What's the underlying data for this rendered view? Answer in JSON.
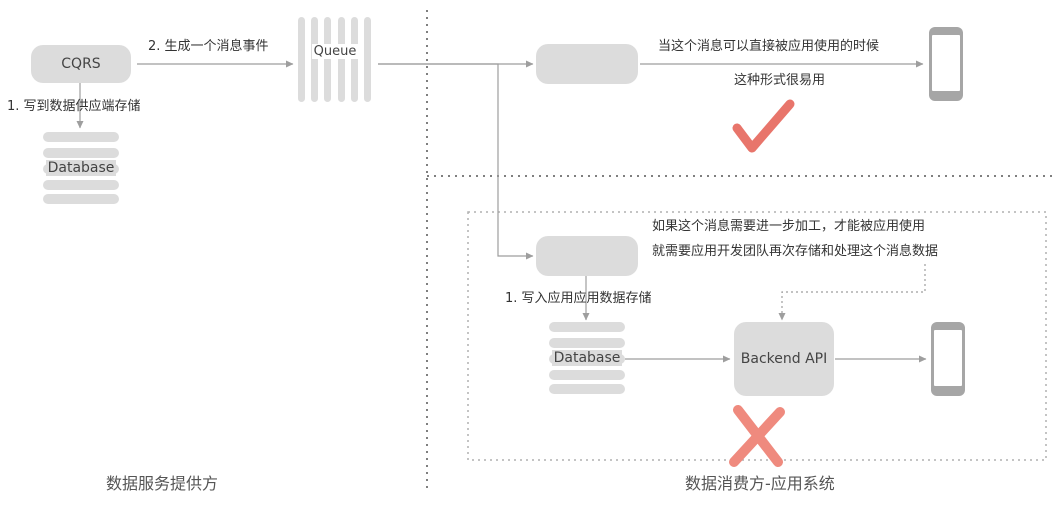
{
  "nodes": {
    "cqrs": "CQRS",
    "queue": "Queue",
    "database_top": "Database",
    "database_bottom": "Database",
    "backend_api": "Backend API"
  },
  "labels": {
    "write_store_provider": "1. 写到数据供应端存储",
    "generate_event": "2. 生成一个消息事件",
    "direct_use_line1": "当这个消息可以直接被应用使用的时候",
    "direct_use_line2": "这种形式很易用",
    "further_processing_line1": "如果这个消息需要进一步加工，才能被应用使用",
    "further_processing_line2": "就需要应用开发团队再次存储和处理这个消息数据",
    "write_app_store": "1. 写入应用应用数据存储"
  },
  "captions": {
    "provider": "数据服务提供方",
    "consumer": "数据消费方-应用系统"
  },
  "colors": {
    "node_fill": "#dcdcdc",
    "line": "#9e9e9e",
    "check": "#e8756b",
    "cross": "#ef8a7e",
    "phone": "#a6a6a6"
  },
  "icons": {
    "check": "check-mark-icon",
    "cross": "cross-mark-icon",
    "phone": "mobile-phone-icon"
  }
}
